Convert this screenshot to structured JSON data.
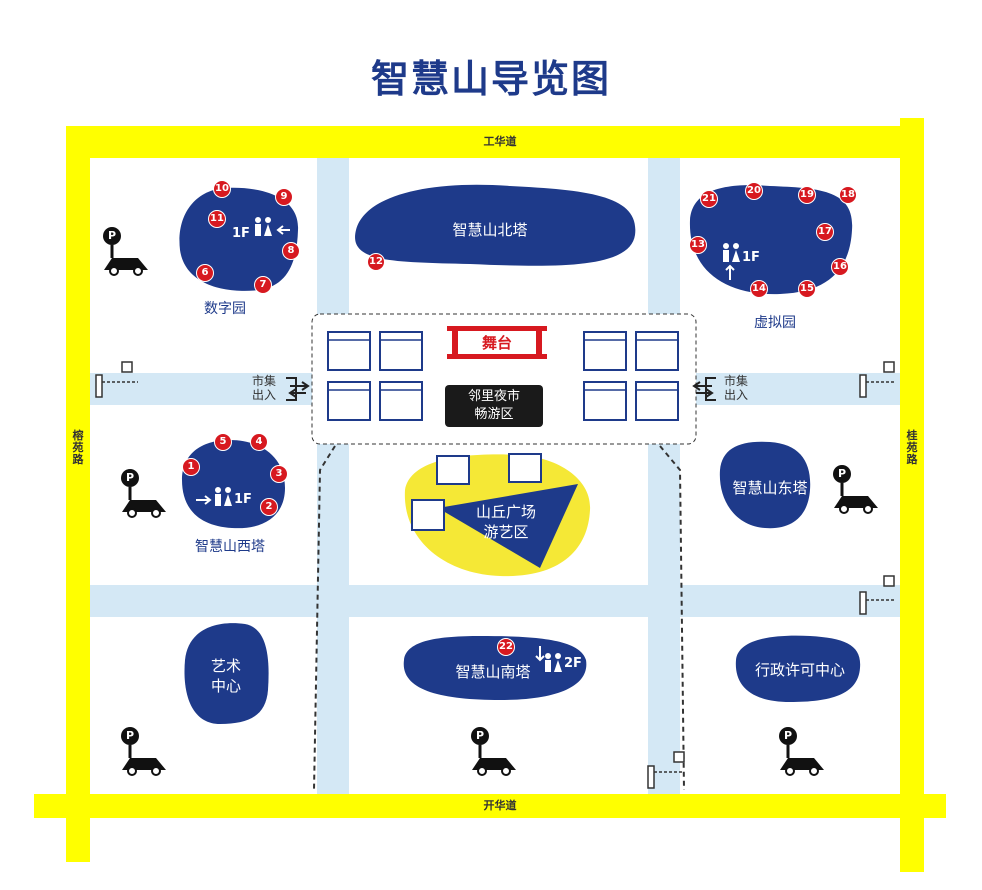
{
  "title": "智慧山导览图",
  "roads": {
    "north": "工华道",
    "south": "开华道",
    "west": "榕苑路",
    "east": "桂苑路"
  },
  "zones": {
    "north_tower": "智慧山北塔",
    "digital_garden": "数字园",
    "virtual_garden": "虚拟园",
    "west_tower": "智慧山西塔",
    "east_tower": "智慧山东塔",
    "hill_plaza_line1": "山丘广场",
    "hill_plaza_line2": "游艺区",
    "art_center_line1": "艺术",
    "art_center_line2": "中心",
    "south_tower": "智慧山南塔",
    "admin_center": "行政许可中心"
  },
  "market": {
    "stage": "舞台",
    "night_market_line1": "邻里夜市",
    "night_market_line2": "畅游区",
    "entrance_line1": "市集",
    "entrance_line2": "出入"
  },
  "floors": {
    "digital": "1F",
    "virtual": "1F",
    "west": "1F",
    "south": "2F"
  },
  "pins": [
    "1",
    "2",
    "3",
    "4",
    "5",
    "6",
    "7",
    "8",
    "9",
    "10",
    "11",
    "12",
    "13",
    "14",
    "15",
    "16",
    "17",
    "18",
    "19",
    "20",
    "21",
    "22"
  ],
  "parking_symbol": "P",
  "colors": {
    "road_yellow": "#ffff00",
    "path_blue": "#d4e8f5",
    "zone_navy": "#1e3a8a",
    "pin_red": "#d71920",
    "title_navy": "#1e3a8a"
  }
}
